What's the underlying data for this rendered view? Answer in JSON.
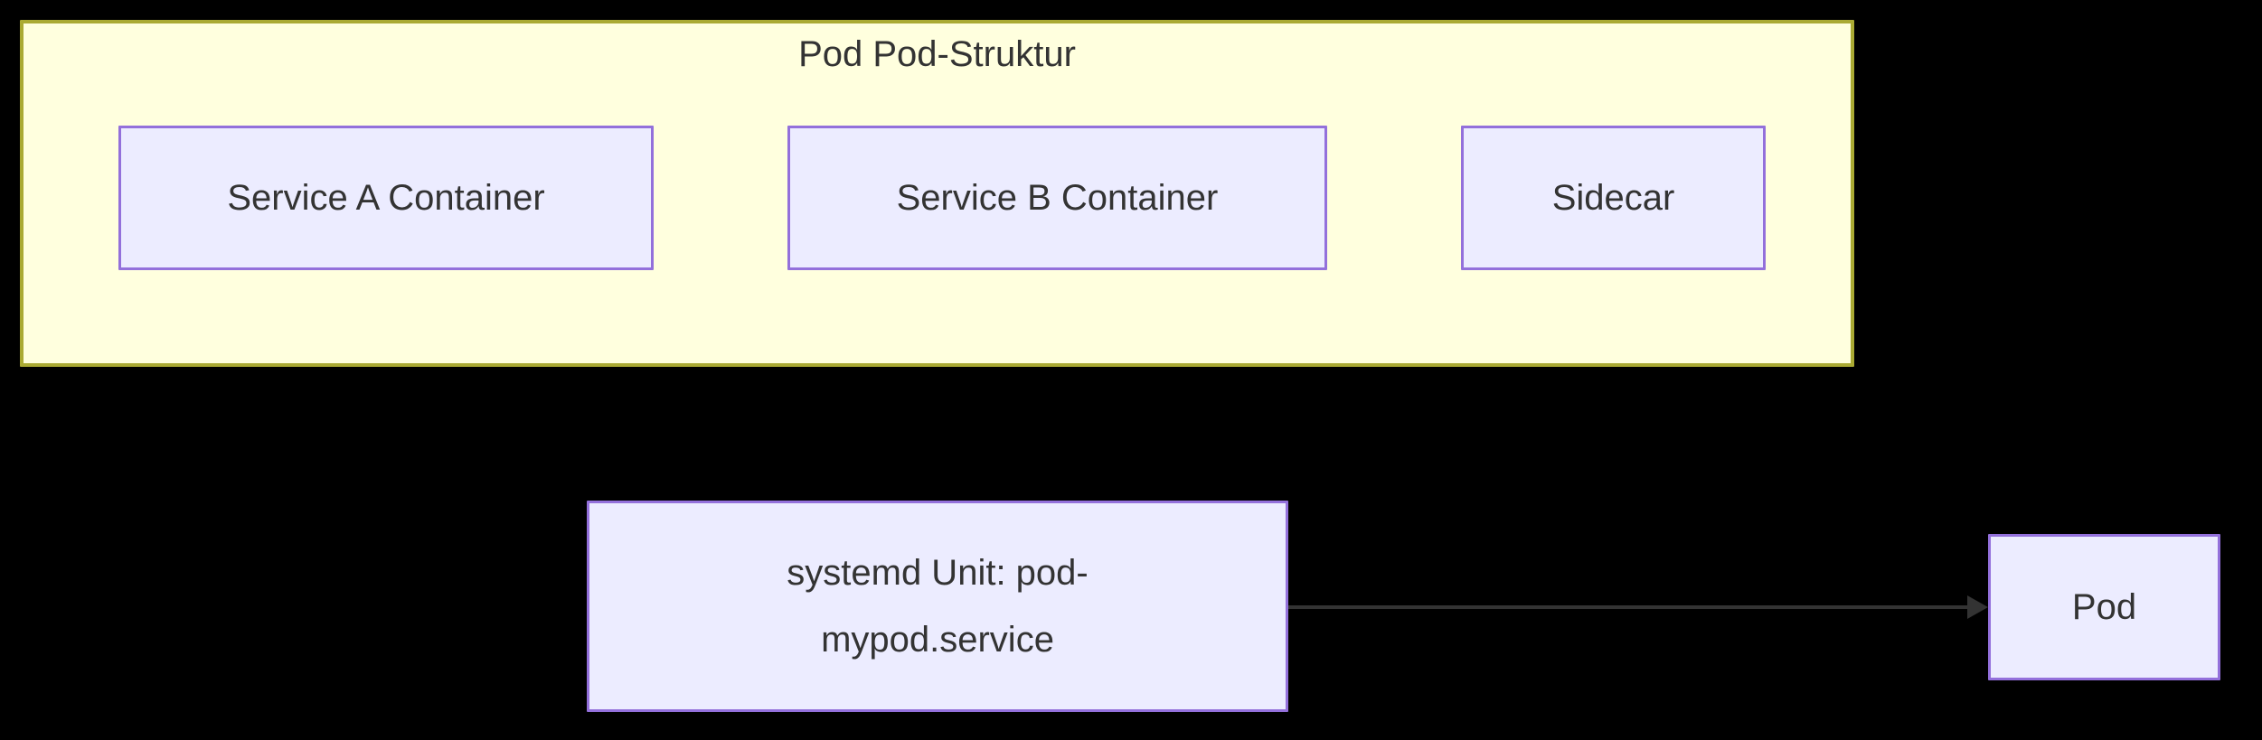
{
  "diagram": {
    "type": "flowchart",
    "background_color": "#000000",
    "text_color": "#333333",
    "cluster": {
      "title": "Pod Pod-Struktur",
      "fill_color": "#ffffde",
      "border_color": "#aaaa33",
      "nodes": [
        {
          "label": "Service A Container"
        },
        {
          "label": "Service B Container"
        },
        {
          "label": "Sidecar"
        }
      ]
    },
    "node_style": {
      "fill_color": "#ececff",
      "border_color": "#9370db"
    },
    "systemd_node": {
      "label": "systemd Unit: pod-mypod.service",
      "lines": [
        "systemd Unit: pod-",
        "mypod.service"
      ]
    },
    "pod_node": {
      "label": "Pod"
    },
    "edge": {
      "from": "systemd Unit: pod-mypod.service",
      "to": "Pod",
      "color": "#333333",
      "arrowhead": "triangle"
    }
  }
}
